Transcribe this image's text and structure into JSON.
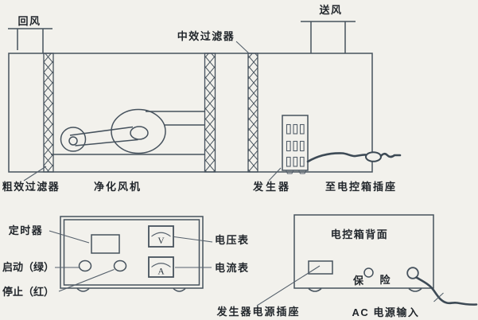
{
  "colors": {
    "line": "#46525d",
    "text": "#22272c",
    "background": "#f2f1ec"
  },
  "air_unit": {
    "return_air": "回风",
    "supply_air": "送风",
    "medium_filter": "中效过滤器",
    "coarse_filter": "粗效过滤器",
    "fan": "净化风机",
    "generator": "发生器",
    "to_control_box_socket": "至电控箱插座"
  },
  "control_panel": {
    "timer": "定时器",
    "start": "启动（绿）",
    "stop": "停止（红）",
    "voltmeter": "电压表",
    "voltmeter_symbol": "V",
    "ammeter": "电流表",
    "ammeter_symbol": "A"
  },
  "control_box_back": {
    "title": "电控箱背面",
    "fuse_left": "保",
    "fuse_right": "险",
    "generator_power_socket": "发生器电源插座",
    "ac_power_input": "AC 电源输入"
  }
}
